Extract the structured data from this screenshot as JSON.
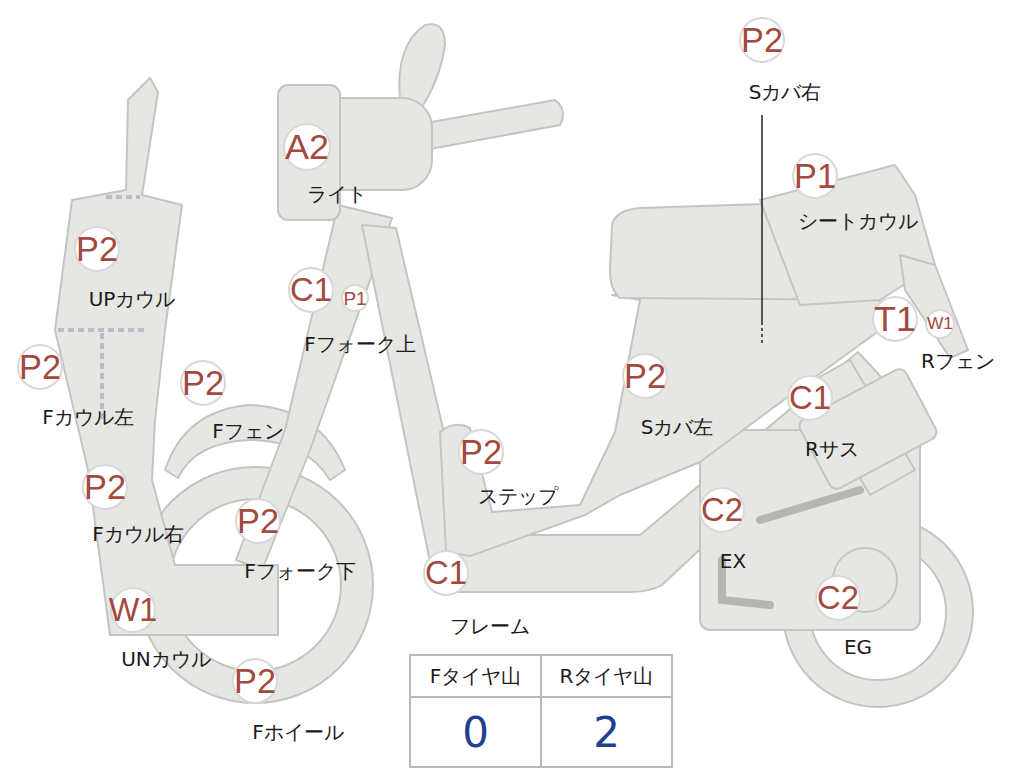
{
  "diagram": {
    "nodes": [
      {
        "text": [
          "P2",
          "Sカバ右"
        ]
      },
      {
        "text": [
          "A2",
          "ライト"
        ]
      },
      {
        "text": [
          "P1",
          "シートカウル"
        ]
      },
      {
        "text": [
          "P2",
          "UPカウル"
        ]
      },
      {
        "text": [
          "C1",
          "Fフォーク上"
        ]
      },
      {
        "text": [
          "P1"
        ]
      },
      {
        "text": [
          "P2",
          "Fカウル左"
        ]
      },
      {
        "text": [
          "T1",
          "Rフェン"
        ]
      },
      {
        "text": [
          "W1"
        ]
      },
      {
        "text": [
          "P2",
          "Sカバ左"
        ]
      },
      {
        "text": [
          "P2",
          "Fフェン"
        ]
      },
      {
        "text": [
          "C1",
          "Rサス"
        ]
      },
      {
        "text": [
          "P2",
          "ステップ"
        ]
      },
      {
        "text": [
          "P2",
          "Fカウル右"
        ]
      },
      {
        "text": [
          "C2",
          "EX"
        ]
      },
      {
        "text": [
          "P2",
          "Fフォーク下"
        ]
      },
      {
        "text": [
          "C1",
          "フレーム"
        ]
      },
      {
        "text": [
          "W1",
          "UNカウル"
        ]
      },
      {
        "text": [
          "C2",
          "EG"
        ]
      },
      {
        "text": [
          "P2",
          "Fホイール"
        ]
      }
    ],
    "labels": [
      "Fタイヤ山",
      "Rタイヤ山",
      "0",
      "2"
    ]
  }
}
